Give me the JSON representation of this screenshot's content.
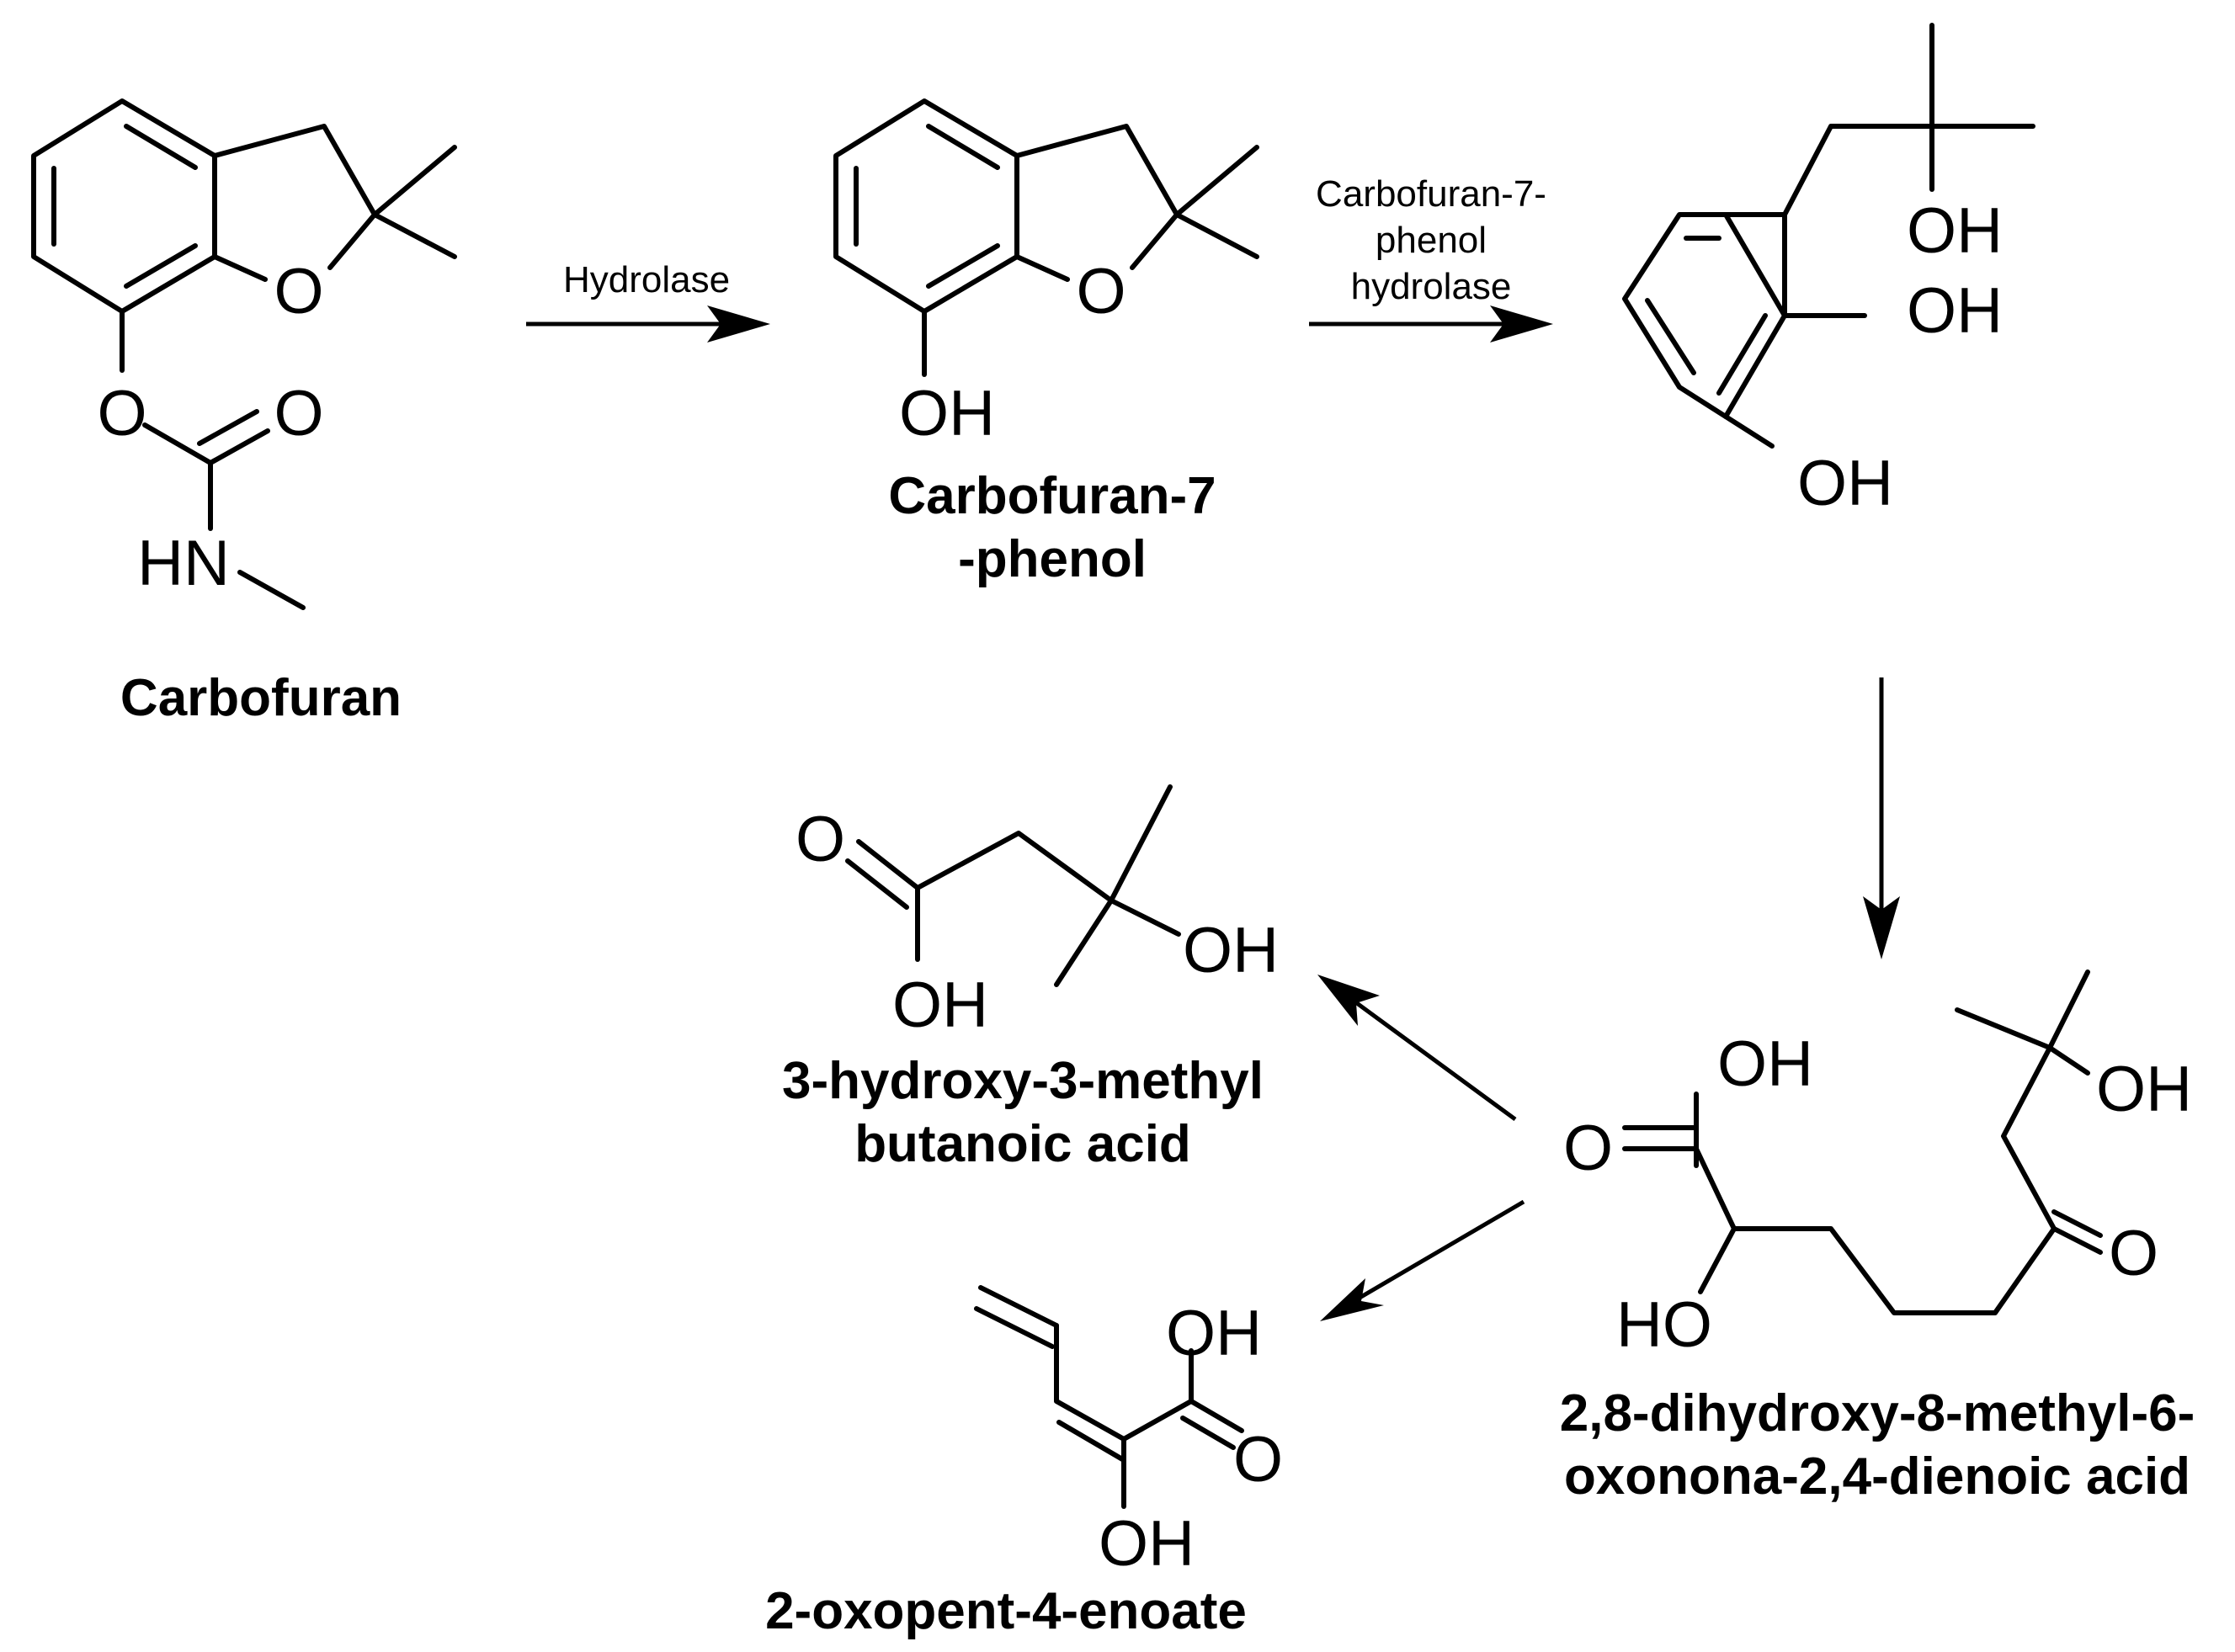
{
  "compounds": {
    "carbofuran": {
      "name": "Carbofuran",
      "atoms": {
        "o_ring": "O",
        "o_ester": "O",
        "o_carbonyl": "O",
        "nh": "HN"
      }
    },
    "phenol": {
      "name_line1": "Carbofuran-7",
      "name_line2": "-phenol",
      "atoms": {
        "o_ring": "O",
        "oh": "OH"
      }
    },
    "triol": {
      "atoms": {
        "oh_top": "OH",
        "oh_mid": "OH",
        "oh_bottom": "OH"
      }
    },
    "dienoic": {
      "name_line1": "2,8-dihydroxy-8-methyl-6-",
      "name_line2": "oxonona-2,4-dienoic acid",
      "atoms": {
        "oh_acid": "OH",
        "o_acid": "O",
        "ho": "HO",
        "o_keto": "O",
        "oh_tert": "OH"
      }
    },
    "butanoic": {
      "name_line1": "3-hydroxy-3-methyl",
      "name_line2": "butanoic acid",
      "atoms": {
        "o_carbonyl": "O",
        "oh_acid": "OH",
        "oh_tert": "OH"
      }
    },
    "enoate": {
      "name": "2-oxopent-4-enoate",
      "atoms": {
        "oh_acid": "OH",
        "o_carbonyl": "O",
        "oh_enol": "OH"
      }
    }
  },
  "enzymes": {
    "step1": "Hydrolase",
    "step2_line1": "Carbofuran-7-",
    "step2_line2": "phenol",
    "step2_line3": "hydrolase"
  }
}
